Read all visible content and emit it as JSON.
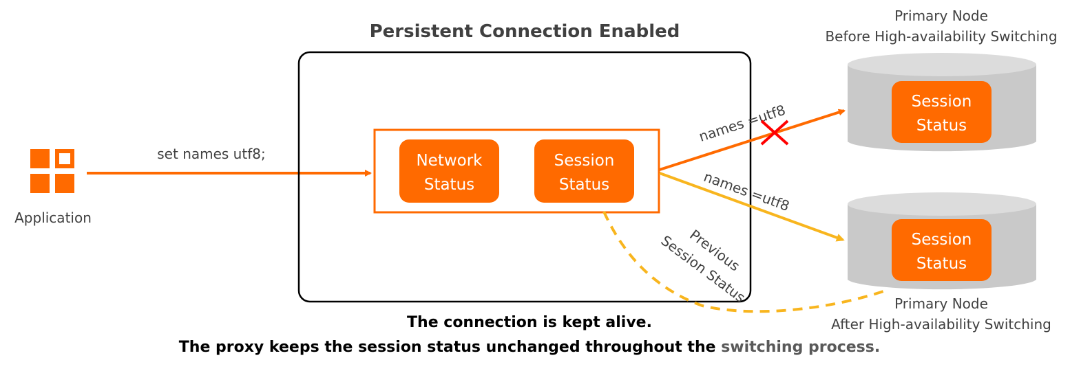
{
  "title": "Persistent Connection Enabled",
  "application": {
    "label": "Application"
  },
  "request": {
    "label": "set names utf8;"
  },
  "proxy": {
    "network_status": [
      "Network",
      "Status"
    ],
    "session_status": [
      "Session",
      "Status"
    ]
  },
  "old_primary": {
    "title_line1": "Primary Node",
    "title_line2": "Before High-availability Switching",
    "session_status": [
      "Session",
      "Status"
    ],
    "arrow_label": "names =utf8",
    "state": "failed"
  },
  "new_primary": {
    "title_line1": "Primary Node",
    "title_line2": "After High-availability Switching",
    "session_status": [
      "Session",
      "Status"
    ],
    "arrow_label": "names =utf8"
  },
  "restore": {
    "line1": "Previous",
    "line2": "Session Status"
  },
  "caption": {
    "line1": "The connection is kept alive.",
    "line2_prefix": "The proxy keeps the session status unchanged throughout the ",
    "line2_suffix": "switching process."
  },
  "colors": {
    "orange": "#ff6a00",
    "amber": "#f8b51e",
    "cylinder": "#c9c9c9",
    "cylinder_top": "#dcdcdc",
    "failure": "#ff0000"
  }
}
